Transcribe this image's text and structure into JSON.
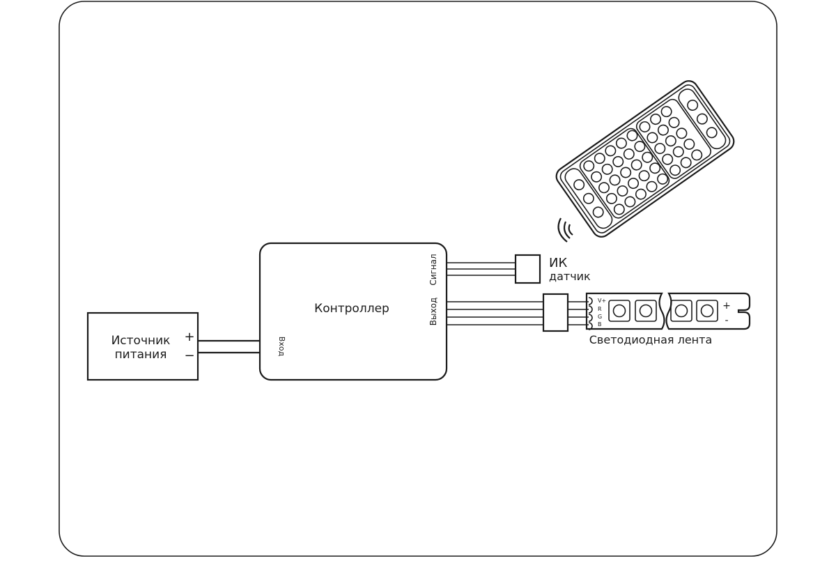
{
  "diagram": {
    "power_supply": {
      "line1": "Источник",
      "line2": "питания",
      "plus": "+",
      "minus": "−"
    },
    "controller": {
      "label": "Контроллер",
      "input": "Вход",
      "signal": "Сигнал",
      "output": "Выход"
    },
    "ir_sensor": {
      "line1": "ИК",
      "line2": "датчик"
    },
    "led_strip": {
      "label": "Светодиодная лента",
      "pins": [
        "V+",
        "R",
        "G",
        "B"
      ],
      "plus": "+",
      "minus": "-"
    }
  },
  "colors": {
    "stroke": "#1a1a1a",
    "background": "#ffffff"
  },
  "icons": [
    "remote-control-icon",
    "signal-waves-icon",
    "led-chip-icon"
  ]
}
